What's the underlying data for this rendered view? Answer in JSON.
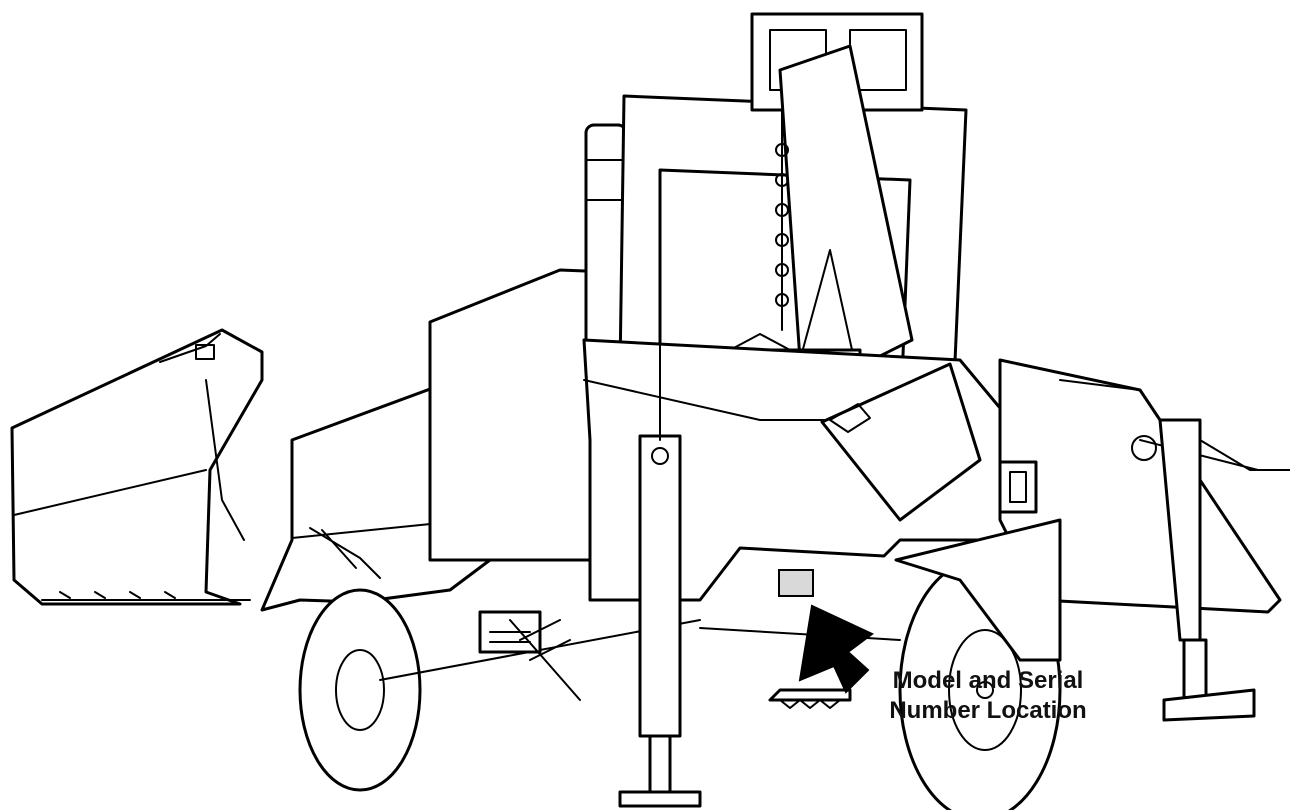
{
  "figure": {
    "subject": "trailer-mounted wood chipper line drawing",
    "callout": {
      "line1": "Model and Serial",
      "line2": "Number Location"
    },
    "colors": {
      "line": "#000000",
      "background": "#ffffff",
      "label_plate": "#d9d9d9",
      "arrow": "#000000"
    }
  }
}
